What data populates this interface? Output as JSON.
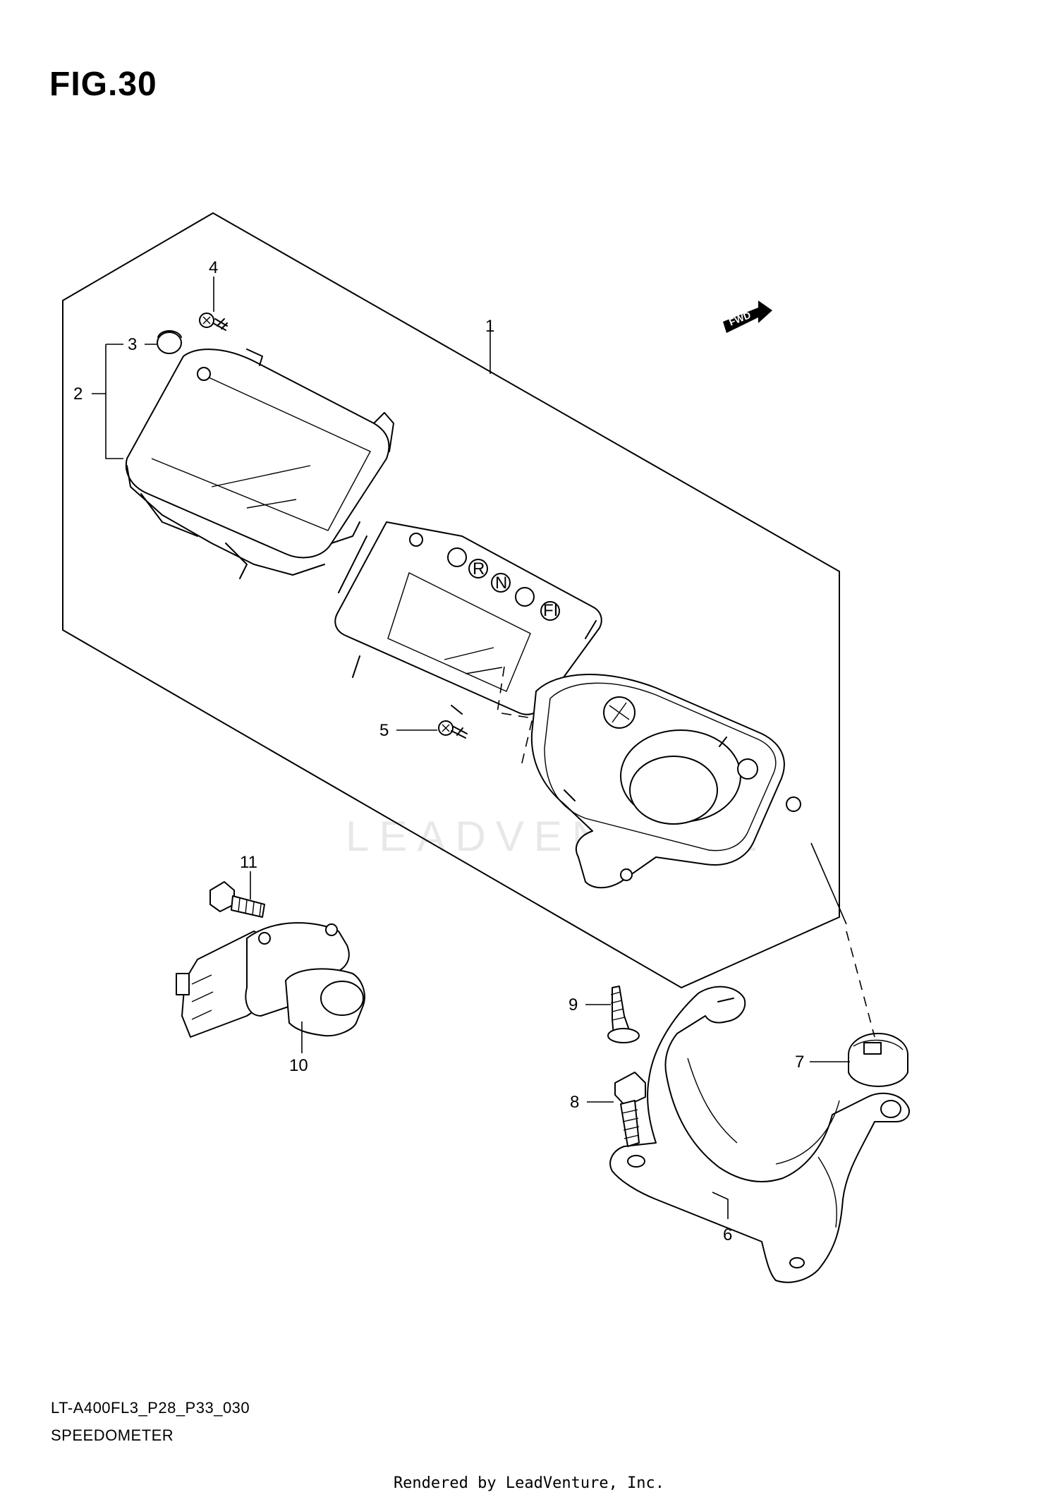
{
  "figure": {
    "title": "FIG.30",
    "code": "LT-A400FL3_P28_P33_030",
    "caption": "SPEEDOMETER",
    "footer": "Rendered by LeadVenture, Inc.",
    "watermark": "LEADVENTURE",
    "fwd_label": "FWD"
  },
  "callouts": [
    "1",
    "2",
    "3",
    "4",
    "5",
    "6",
    "7",
    "8",
    "9",
    "10",
    "11"
  ],
  "indicator_symbols": [
    "",
    "R",
    "N",
    "",
    "FI"
  ],
  "colors": {
    "line": "#000000",
    "background": "#ffffff",
    "watermark": "#e8e8e8"
  }
}
